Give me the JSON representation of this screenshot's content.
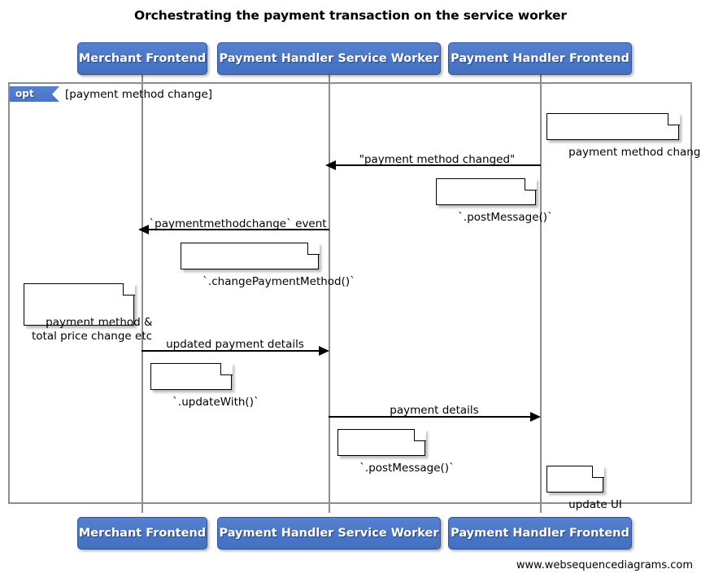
{
  "title": "Orchestrating the payment transaction on the service worker",
  "colors": {
    "participant_fill": "#4a76c8",
    "participant_border": "#2f5499",
    "participant_text": "#ffffff",
    "frame_border": "#8d8d8d",
    "lifeline": "#8d8d8d",
    "note_fill": "#ffffff",
    "note_border": "#000000",
    "arrow": "#000000",
    "background": "#ffffff"
  },
  "participants": [
    {
      "id": "merchant-frontend",
      "label": "Merchant Frontend"
    },
    {
      "id": "payment-handler-service-worker",
      "label": "Payment Handler Service Worker"
    },
    {
      "id": "payment-handler-frontend",
      "label": "Payment Handler Frontend"
    }
  ],
  "fragment": {
    "type": "opt",
    "tab_label": "opt",
    "guard": "[payment method change]"
  },
  "messages": [
    {
      "id": "payment-method-changed",
      "label": "\"payment method changed\"",
      "from": "payment-handler-frontend",
      "to": "payment-handler-service-worker",
      "direction": "left"
    },
    {
      "id": "paymentmethodchange-event",
      "label": "`paymentmethodchange` event",
      "from": "payment-handler-service-worker",
      "to": "merchant-frontend",
      "direction": "left"
    },
    {
      "id": "updated-payment-details",
      "label": "updated payment details",
      "from": "merchant-frontend",
      "to": "payment-handler-service-worker",
      "direction": "right"
    },
    {
      "id": "payment-details",
      "label": "payment details",
      "from": "payment-handler-service-worker",
      "to": "payment-handler-frontend",
      "direction": "right"
    }
  ],
  "notes": [
    {
      "id": "note-payment-method-changed",
      "text": "payment method changed",
      "on": "payment-handler-frontend"
    },
    {
      "id": "note-post-message-1",
      "text": "`.postMessage()`",
      "on": "payment-handler-frontend"
    },
    {
      "id": "note-change-payment-method",
      "text": "`.changePaymentMethod()`",
      "on": "payment-handler-service-worker"
    },
    {
      "id": "note-payment-method-total-price",
      "text": "payment method &\ntotal price change etc",
      "on": "merchant-frontend"
    },
    {
      "id": "note-update-with",
      "text": "`.updateWith()`",
      "on": "merchant-frontend"
    },
    {
      "id": "note-post-message-2",
      "text": "`.postMessage()`",
      "on": "payment-handler-service-worker"
    },
    {
      "id": "note-update-ui",
      "text": "update UI",
      "on": "payment-handler-frontend"
    }
  ],
  "footer": {
    "url": "www.websequencediagrams.com"
  }
}
